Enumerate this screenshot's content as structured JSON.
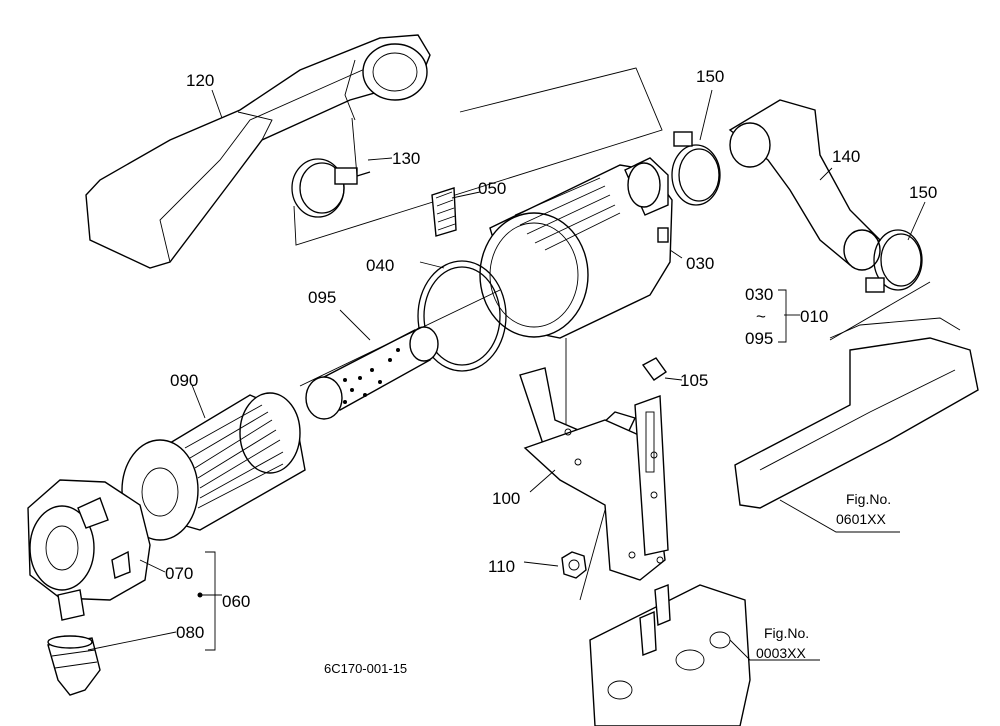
{
  "parts": {
    "p120": "120",
    "p130": "130",
    "p150a": "150",
    "p150b": "150",
    "p140": "140",
    "p050": "050",
    "p030": "030",
    "p040": "040",
    "p095": "095",
    "p090": "090",
    "p105": "105",
    "p100": "100",
    "p110": "110",
    "p070": "070",
    "p060": "060",
    "p080": "080"
  },
  "range": {
    "from": "030",
    "tilde": "~",
    "to": "095",
    "assembly": "010"
  },
  "fig_refs": {
    "manifold": {
      "label": "Fig.No.",
      "number": "0601XX"
    },
    "engine": {
      "label": "Fig.No.",
      "number": "0003XX"
    }
  },
  "drawing_code": "6C170-001-15"
}
